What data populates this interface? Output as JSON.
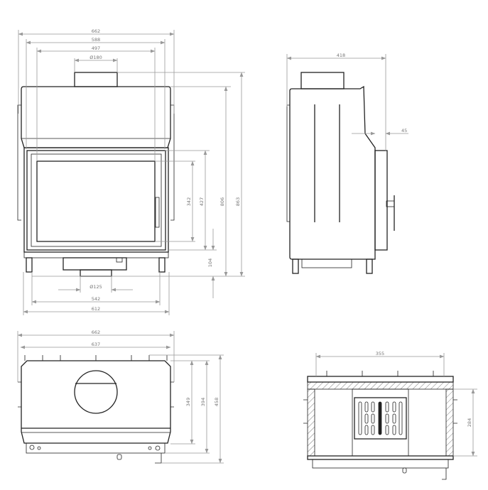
{
  "front_view": {
    "width_overall": "662",
    "width_body": "588",
    "width_glass": "497",
    "flue_top": "Ø180",
    "flue_bottom": "Ø125",
    "height_glass": "342",
    "height_door": "427",
    "height_body": "806",
    "height_overall": "863",
    "base_height": "104",
    "width_base": "542",
    "width_feet": "612"
  },
  "side_view": {
    "depth": "418",
    "door_offset": "45"
  },
  "top_view": {
    "width_overall": "662",
    "width_body": "637",
    "depth_body": "349",
    "depth_with_door": "394",
    "depth_overall": "458"
  },
  "section_view": {
    "width": "355",
    "depth": "284"
  },
  "colors": {
    "outline": "#222222",
    "dimension": "#999999"
  }
}
